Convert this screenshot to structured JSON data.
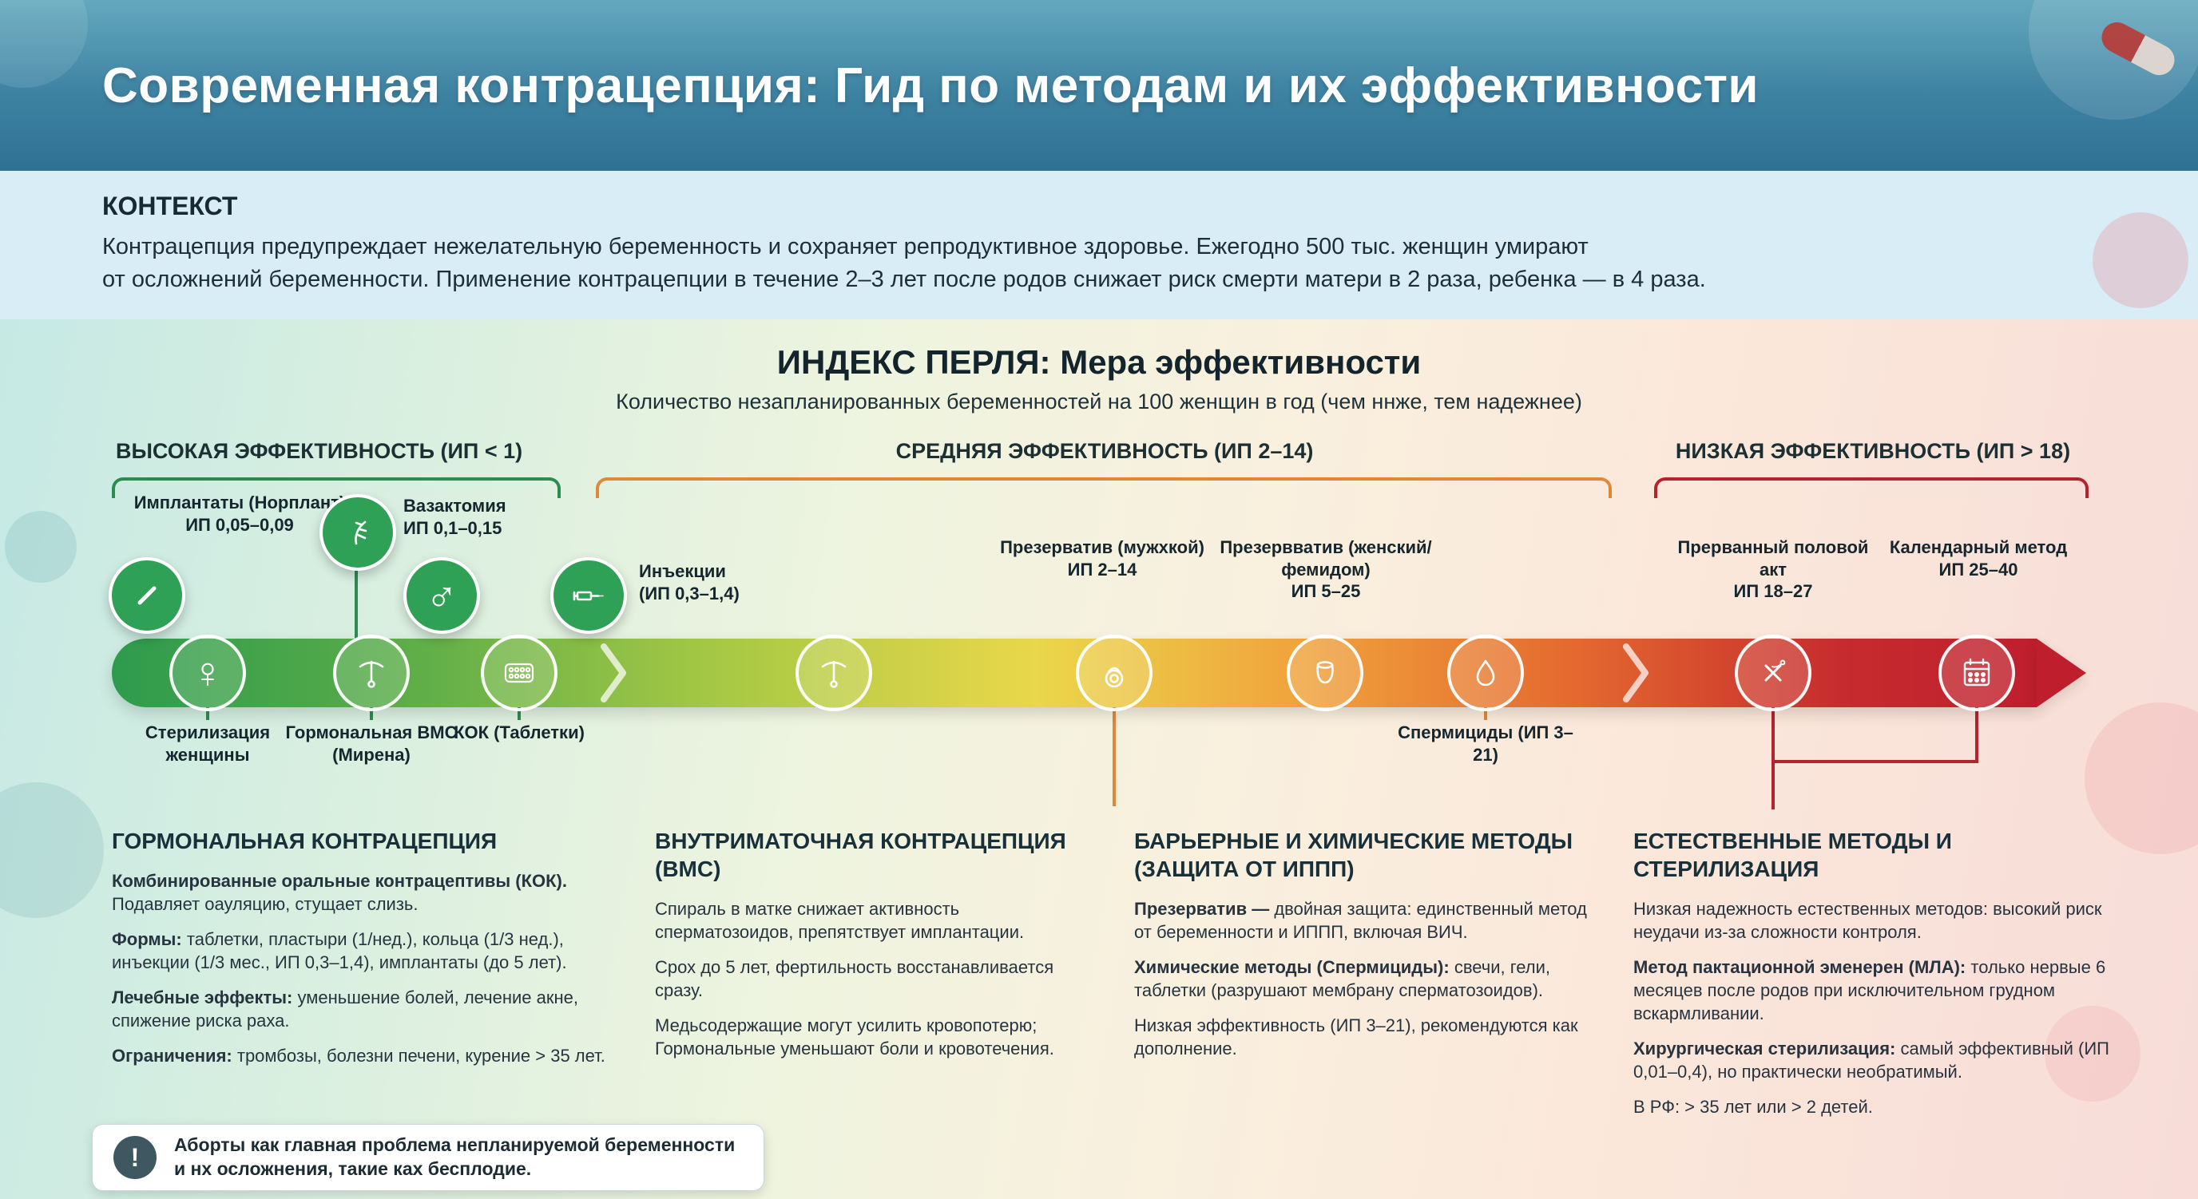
{
  "header": {
    "title": "Современная контрацепция: Гид по методам и их эффективности"
  },
  "context": {
    "heading": "КОНТЕКСТ",
    "line1": "Контрацепция предупреждает нежелательную беременность и сохраняет репродуктивное здоровье. Ежегодно 500 тыс. женщин умирают",
    "line2": "от осложнений беременности. Применение контрацепции в течение 2–3 лет после родов снижает риск смерти матери в 2 раза, ребенка — в 4 раза."
  },
  "pearl": {
    "title": "ИНДЕКС ПЕРЛЯ: Мера эффективности",
    "subtitle": "Количество незапланированных беременностей на 100 женщин в год (чем ннже, тем надежнее)"
  },
  "groups": [
    {
      "label": "ВЫСОКАЯ ЭФФЕКТИВНОСТЬ (ИП < 1)",
      "color": "#2e8b4f"
    },
    {
      "label": "СРЕДНЯЯ ЭФФЕКТИВНОСТЬ (ИП 2–14)",
      "color": "#e0873a"
    },
    {
      "label": "НИЗКАЯ ЭФФЕКТИВНОСТЬ (ИП > 18)",
      "color": "#b5242e"
    }
  ],
  "methods": {
    "above": [
      {
        "name": "Имплантаты (Норплант)",
        "pearl": "ИП 0,05–0,09",
        "icon": "implant-icon"
      },
      {
        "name": "Вазактомия",
        "pearl": "ИП 0,1–0,15",
        "icon": "vasectomy-icon"
      },
      {
        "name": "Инъекции",
        "pearl": "(ИП 0,3–1,4)",
        "icon": "syringe-icon"
      },
      {
        "name": "Презерватив (мужхкой)",
        "pearl": "ИП 2–14",
        "icon": "condom-icon"
      },
      {
        "name": "Презервватив (женский/фемидом)",
        "pearl": "ИП 5–25",
        "icon": "female-condom-icon"
      },
      {
        "name": "Прерванный половой акт",
        "pearl": "ИП 18–27",
        "icon": "withdrawal-icon"
      },
      {
        "name": "Календарный метод",
        "pearl": "ИП 25–40",
        "icon": "calendar-icon"
      }
    ],
    "below": [
      {
        "name": "Стерилизация женщины",
        "icon": "female-sterilization-icon"
      },
      {
        "name": "Гормональная ВМС (Мирена)",
        "icon": "iud-icon"
      },
      {
        "name": "КОК (Таблетки)",
        "icon": "pills-icon"
      },
      {
        "name": "Спермициды (ИП 3–21)",
        "icon": "spermicide-icon"
      }
    ]
  },
  "glyphs": {
    "female": "♀",
    "male": "♂",
    "warning": "!"
  },
  "columns": [
    {
      "heading": "ГОРМОНАЛЬНАЯ КОНТРАЦЕПЦИЯ",
      "paragraphs": [
        {
          "lead": "Комбинированные оральные контрацептивы (КОК).",
          "text": "Подавляет оауляцию, стущает слизь."
        },
        {
          "lead": "Формы:",
          "text": "таблетки, пластыри (1/нед.), кольца (1/3 нед.), инъекции (1/3 мес., ИП 0,3–1,4), имплантаты (до 5 лет)."
        },
        {
          "lead": "Лечебные эффекты:",
          "text": "уменьшение болей, лечение акне, спижение риска раха."
        },
        {
          "lead": "Ограничения:",
          "text": "тромбозы, болезни печени, курение > 35 лет."
        }
      ]
    },
    {
      "heading": "ВНУТРИМАТОЧНАЯ КОНТРАЦЕПЦИЯ (ВМС)",
      "paragraphs": [
        {
          "lead": "",
          "text": "Спираль в матке снижает активность сперматозоидов, препятствует имплантации."
        },
        {
          "lead": "",
          "text": "Срох до 5 лет, фертильность восстанавливается сразу."
        },
        {
          "lead": "",
          "text": "Медьсодержащие могут усилить кровопотерю; Гормональные уменьшают боли и кровотечения."
        }
      ]
    },
    {
      "heading": "БАРЬЕРНЫЕ И ХИМИЧЕСКИЕ МЕТОДЫ (ЗАЩИТА ОТ ИППП)",
      "paragraphs": [
        {
          "lead": "Презерватив —",
          "text": "двойная защита: единственный метод от беременности и ИППП, включая ВИЧ."
        },
        {
          "lead": "Химические методы (Спермициды):",
          "text": "свечи, гели, таблетки (разрушают мембрану сперматозоидов)."
        },
        {
          "lead": "",
          "text": "Низкая эффективность (ИП 3–21), рекомендуются как дополнение."
        }
      ]
    },
    {
      "heading": "ЕСТЕСТВЕННЫЕ МЕТОДЫ И СТЕРИЛИЗАЦИЯ",
      "paragraphs": [
        {
          "lead": "",
          "text": "Низкая надежность естественных методов: высокий риск неудачи из-за сложности контроля."
        },
        {
          "lead": "Метод пактационной эменерен (МЛА):",
          "text": "только нервые 6 месяцев после родов при исключительном грудном вскармливании."
        },
        {
          "lead": "Хирургическая стерилизация:",
          "text": "самый эффективный (ИП 0,01–0,4), но практически необратимый."
        },
        {
          "lead": "",
          "text": "В РФ: > 35 лет или > 2 детей."
        }
      ]
    }
  ],
  "note": {
    "line1": "Аборты как главная проблема непланируемой беременности",
    "line2": "и нх осложнения, такие ках бесплодие."
  },
  "palette": {
    "header_teal": "#3e82a2",
    "context_blue": "#d9edf6",
    "green": "#2e8b4f",
    "orange": "#e0873a",
    "red": "#b5242e",
    "bar_gradient": [
      "#2d9b4d",
      "#a8c944",
      "#ead74a",
      "#f0a23c",
      "#e4692f",
      "#bf1f2d"
    ]
  }
}
